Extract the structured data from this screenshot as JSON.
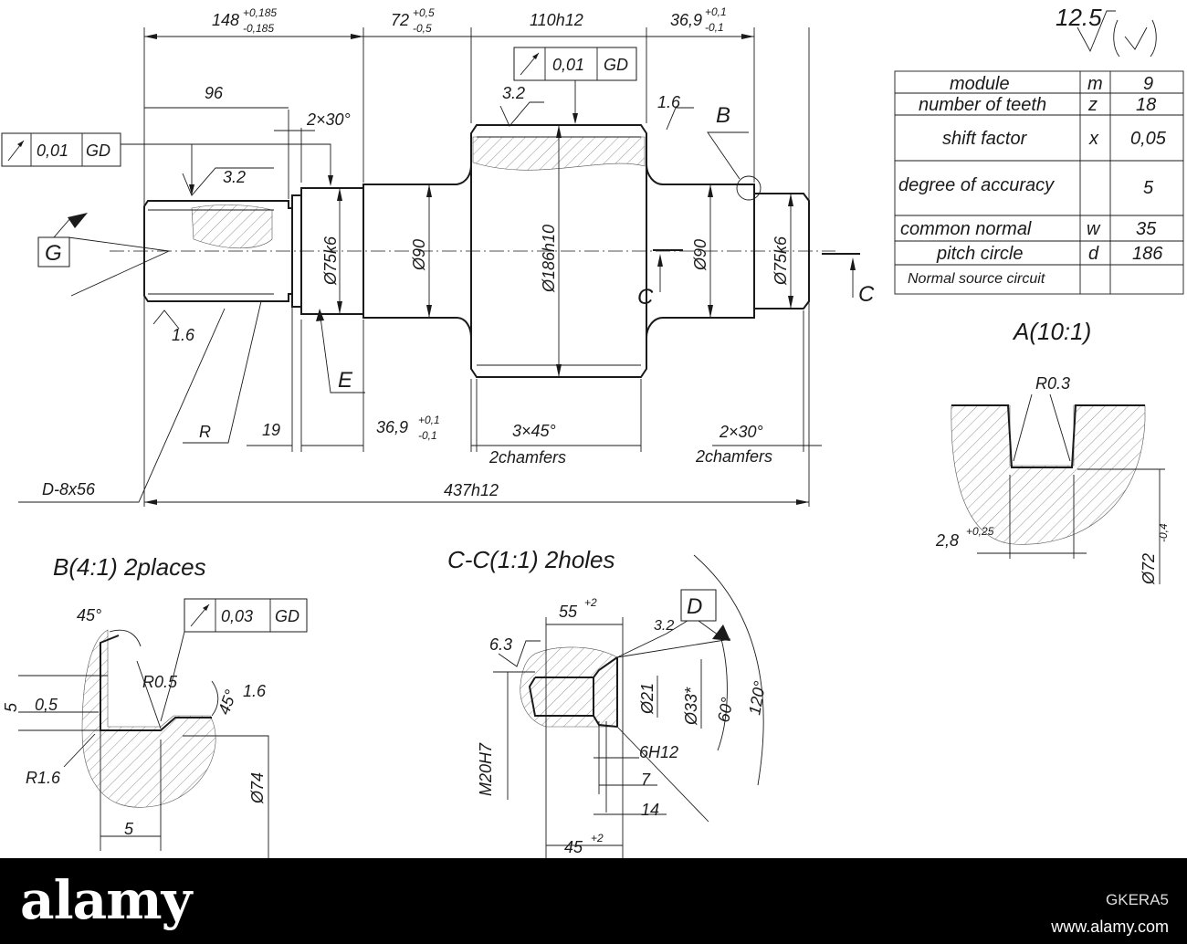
{
  "main_view": {
    "dims": {
      "d148": "148",
      "d148_up": "+0,185",
      "d148_lo": "-0,185",
      "d72": "72",
      "d72_up": "+0,5",
      "d72_lo": "-0,5",
      "d110": "110h12",
      "d369_top": "36,9",
      "d369_top_up": "+0,1",
      "d369_top_lo": "-0,1",
      "d96": "96",
      "d2x30_top": "2×30°",
      "rough_32_left": "3.2",
      "rough_32_mid": "3.2",
      "rough_16_right": "1.6",
      "rough_16_bottom": "1.6",
      "d75_left": "Ø75k6",
      "d90_left": "Ø90",
      "d186": "Ø186h10",
      "d90_right": "Ø90",
      "d75_right": "Ø75k6",
      "R": "R",
      "d19": "19",
      "d369_bot": "36,9",
      "d369_bot_up": "+0,1",
      "d369_bot_lo": "-0,1",
      "chamf_3x45": "3×45°",
      "chamf_3x45_note": "2chamfers",
      "chamf_2x30": "2×30°",
      "chamf_2x30_note": "2chamfers",
      "spline": "D-8x56",
      "overall": "437h12"
    },
    "tolerance_left": {
      "value": "0,01",
      "datum": "GD"
    },
    "tolerance_top": {
      "value": "0,01",
      "datum": "GD"
    },
    "labels": {
      "G": "G",
      "E": "E",
      "B": "B",
      "C_left": "C",
      "C_right": "C"
    }
  },
  "roughness_general": {
    "value": "12.5"
  },
  "params_table": {
    "rows": [
      {
        "name": "module",
        "symbol": "m",
        "value": "9"
      },
      {
        "name": "number of teeth",
        "symbol": "z",
        "value": "18"
      },
      {
        "name": "shift factor",
        "symbol": "x",
        "value": "0,05"
      },
      {
        "name": "degree of accuracy",
        "symbol": "",
        "value": "5"
      },
      {
        "name": "common normal",
        "symbol": "w",
        "value": "35"
      },
      {
        "name": "pitch circle",
        "symbol": "d",
        "value": "186"
      },
      {
        "name": "Normal source circuit",
        "symbol": "",
        "value": ""
      }
    ]
  },
  "detail_A": {
    "title": "A(10:1)",
    "radius": "R0.3",
    "width": "2,8",
    "width_tol": "+0,25",
    "diameter": "Ø72",
    "diameter_tol": "-0,4"
  },
  "detail_B": {
    "title": "B(4:1) 2places",
    "tolerance": {
      "value": "0,03",
      "datum": "GD"
    },
    "angle1": "45°",
    "angle2": "45°",
    "radius_small": "R0.5",
    "radius_large": "R1.6",
    "d5_vertical": "5",
    "d05": "0,5",
    "rough": "1.6",
    "diameter": "Ø74",
    "d5_horizontal": "5"
  },
  "section_CC": {
    "title": "C-C(1:1) 2holes",
    "d55": "55",
    "d55_tol": "+2",
    "rough_63": "6.3",
    "rough_32": "3.2",
    "datum": "D",
    "thread": "M20H7",
    "d21": "Ø21",
    "d33": "Ø33*",
    "angle60": "60°",
    "angle120": "120°",
    "d6h12": "6H12",
    "d7": "7",
    "d14": "14",
    "d45": "45",
    "d45_tol": "+2"
  },
  "footer": {
    "logo": "alamy",
    "image_id": "GKERA5",
    "site": "www.alamy.com"
  }
}
